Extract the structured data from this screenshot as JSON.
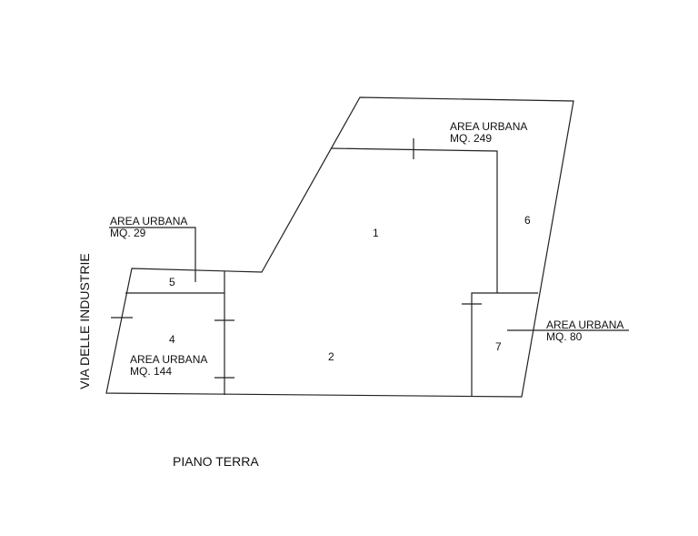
{
  "street_label": "VIA DELLE INDUSTRIE",
  "plan_title": "PIANO TERRA",
  "rooms": [
    "1",
    "2",
    "4",
    "5",
    "6",
    "7"
  ],
  "annotations": [
    {
      "line1": "AREA URBANA",
      "line2": "MQ. 249"
    },
    {
      "line1": "AREA URBANA",
      "line2": "MQ. 29"
    },
    {
      "line1": "AREA URBANA",
      "line2": "MQ. 144"
    },
    {
      "line1": "AREA URBANA",
      "line2": "MQ. 80"
    }
  ]
}
